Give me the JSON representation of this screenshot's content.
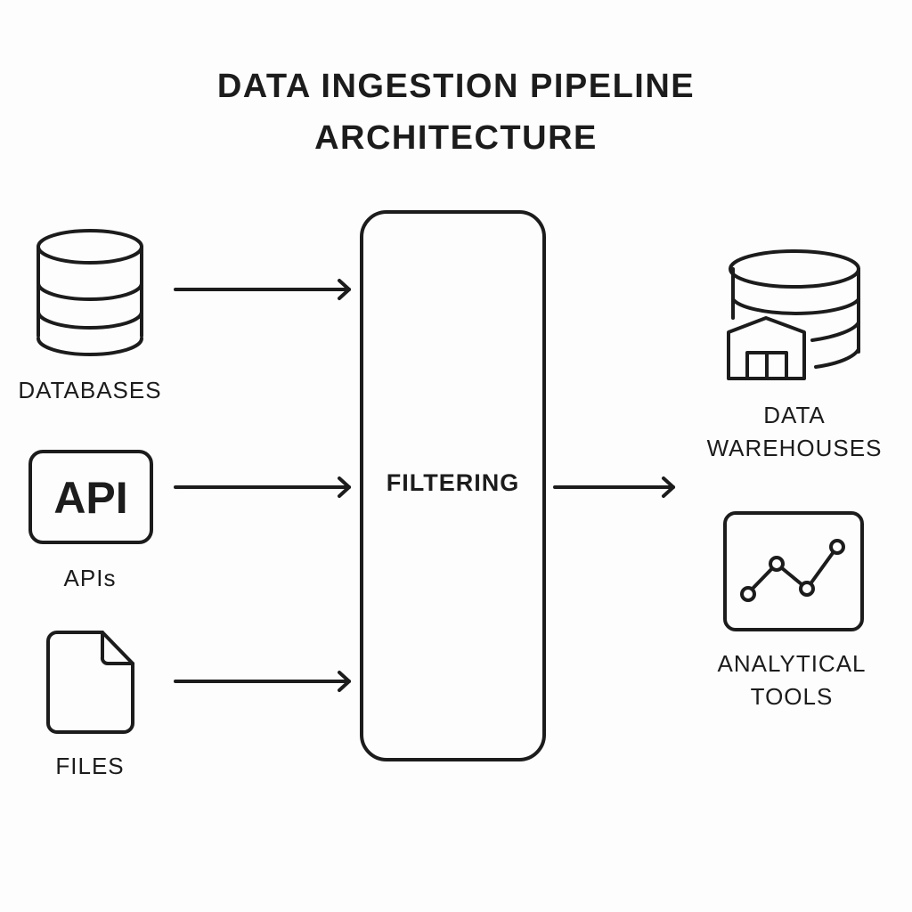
{
  "title": {
    "line1": "DATA INGESTION PIPELINE",
    "line2": "ARCHITECTURE"
  },
  "sources": [
    {
      "label": "DATABASES",
      "icon": "database-icon"
    },
    {
      "label": "APIs",
      "icon": "api-icon",
      "icon_text": "API"
    },
    {
      "label": "FILES",
      "icon": "file-icon"
    }
  ],
  "process": {
    "label": "FILTERING"
  },
  "destinations": [
    {
      "label_line1": "DATA",
      "label_line2": "WAREHOUSES",
      "icon": "data-warehouse-icon"
    },
    {
      "label_line1": "ANALYTICAL",
      "label_line2": "TOOLS",
      "icon": "line-chart-icon"
    }
  ],
  "colors": {
    "stroke": "#1c1c1c",
    "background": "#fdfdfd"
  }
}
